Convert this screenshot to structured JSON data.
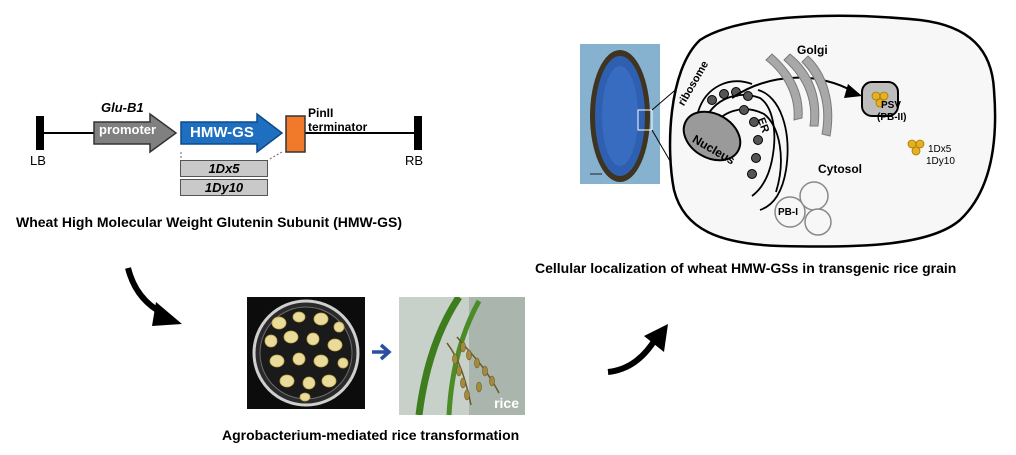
{
  "construct": {
    "lb": "LB",
    "rb": "RB",
    "promoter_gene": "Glu-B1",
    "promoter_label": "promoter",
    "hmw_label": "HMW-GS",
    "terminator_line1": "PinII",
    "terminator_line2": "terminator",
    "gene1": "1Dx5",
    "gene2": "1Dy10",
    "caption": "Wheat High Molecular Weight Glutenin Subunit (HMW-GS)",
    "colors": {
      "promoter": "#808080",
      "hmw": "#1f6fc0",
      "terminator": "#f07a2a"
    }
  },
  "transformation": {
    "arrow_icon": "right-arrow-icon",
    "rice_label": "rice",
    "caption": "Agrobacterium-mediated rice transformation"
  },
  "localization": {
    "golgi": "Golgi",
    "ribosome": "ribosome",
    "er": "ER",
    "nucleus": "Nucleus",
    "psv_line1": "PSV",
    "psv_line2": "(PB-II)",
    "cytosol": "Cytosol",
    "pb1": "PB-I",
    "legend_line1": "1Dx5",
    "legend_line2": "1Dy10",
    "caption": "Cellular localization of wheat HMW-GSs in transgenic rice grain",
    "colors": {
      "protein": "#e6b020",
      "organelle": "#a0a0a0",
      "ribosome": "#555555"
    }
  }
}
